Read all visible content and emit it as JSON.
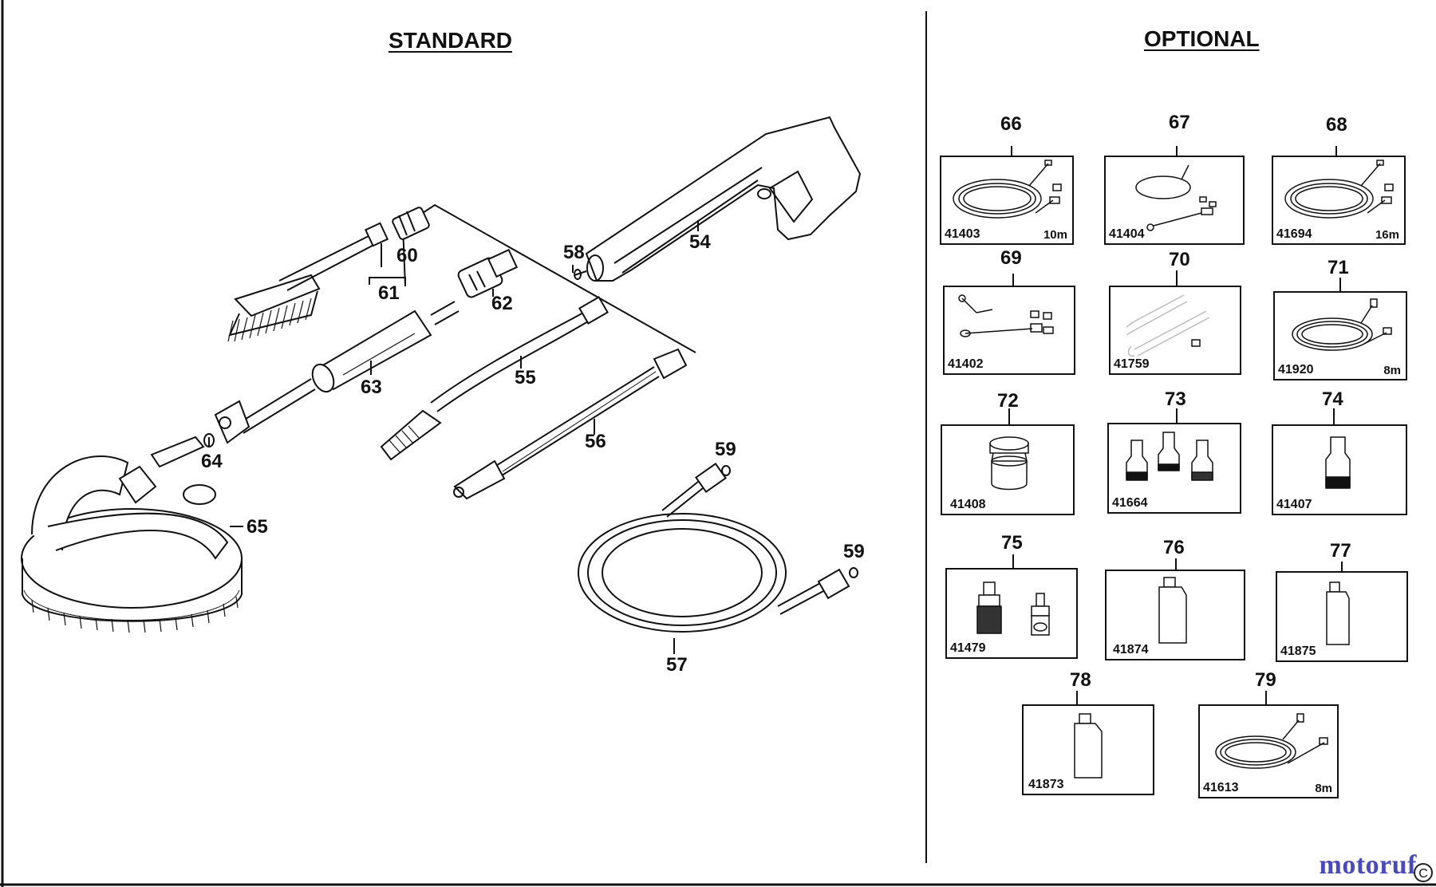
{
  "headings": {
    "standard": "STANDARD",
    "optional": "OPTIONAL"
  },
  "standard_parts": [
    {
      "id": "p54",
      "number": "54"
    },
    {
      "id": "p55",
      "number": "55"
    },
    {
      "id": "p56",
      "number": "56"
    },
    {
      "id": "p57",
      "number": "57"
    },
    {
      "id": "p58",
      "number": "58"
    },
    {
      "id": "p59a",
      "number": "59"
    },
    {
      "id": "p59b",
      "number": "59"
    },
    {
      "id": "p60",
      "number": "60"
    },
    {
      "id": "p61",
      "number": "61"
    },
    {
      "id": "p62",
      "number": "62"
    },
    {
      "id": "p63",
      "number": "63"
    },
    {
      "id": "p64",
      "number": "64"
    },
    {
      "id": "p65",
      "number": "65"
    }
  ],
  "optional_parts": [
    {
      "number": "66",
      "code": "41403",
      "length": "10m",
      "icon": "hose-coil-icon"
    },
    {
      "number": "67",
      "code": "41404",
      "length": "",
      "icon": "drain-cleaner-icon"
    },
    {
      "number": "68",
      "code": "41694",
      "length": "16m",
      "icon": "hose-coil-icon"
    },
    {
      "number": "69",
      "code": "41402",
      "length": "",
      "icon": "angled-lance-icon"
    },
    {
      "number": "70",
      "code": "41759",
      "length": "",
      "icon": "gutter-lance-icon"
    },
    {
      "number": "71",
      "code": "41920",
      "length": "8m",
      "icon": "hose-coil-icon"
    },
    {
      "number": "72",
      "code": "41408",
      "length": "",
      "icon": "adapter-icon"
    },
    {
      "number": "73",
      "code": "41664",
      "length": "",
      "icon": "nozzle-set-icon"
    },
    {
      "number": "74",
      "code": "41407",
      "length": "",
      "icon": "nozzle-icon"
    },
    {
      "number": "75",
      "code": "41479",
      "length": "",
      "icon": "quick-coupling-icon"
    },
    {
      "number": "76",
      "code": "41874",
      "length": "",
      "icon": "detergent-bottle-icon"
    },
    {
      "number": "77",
      "code": "41875",
      "length": "",
      "icon": "detergent-bottle-icon"
    },
    {
      "number": "78",
      "code": "41873",
      "length": "",
      "icon": "detergent-bottle-icon"
    },
    {
      "number": "79",
      "code": "41613",
      "length": "8m",
      "icon": "hose-coil-icon"
    }
  ],
  "watermark": {
    "text": "motoruf",
    "mark": "C"
  }
}
